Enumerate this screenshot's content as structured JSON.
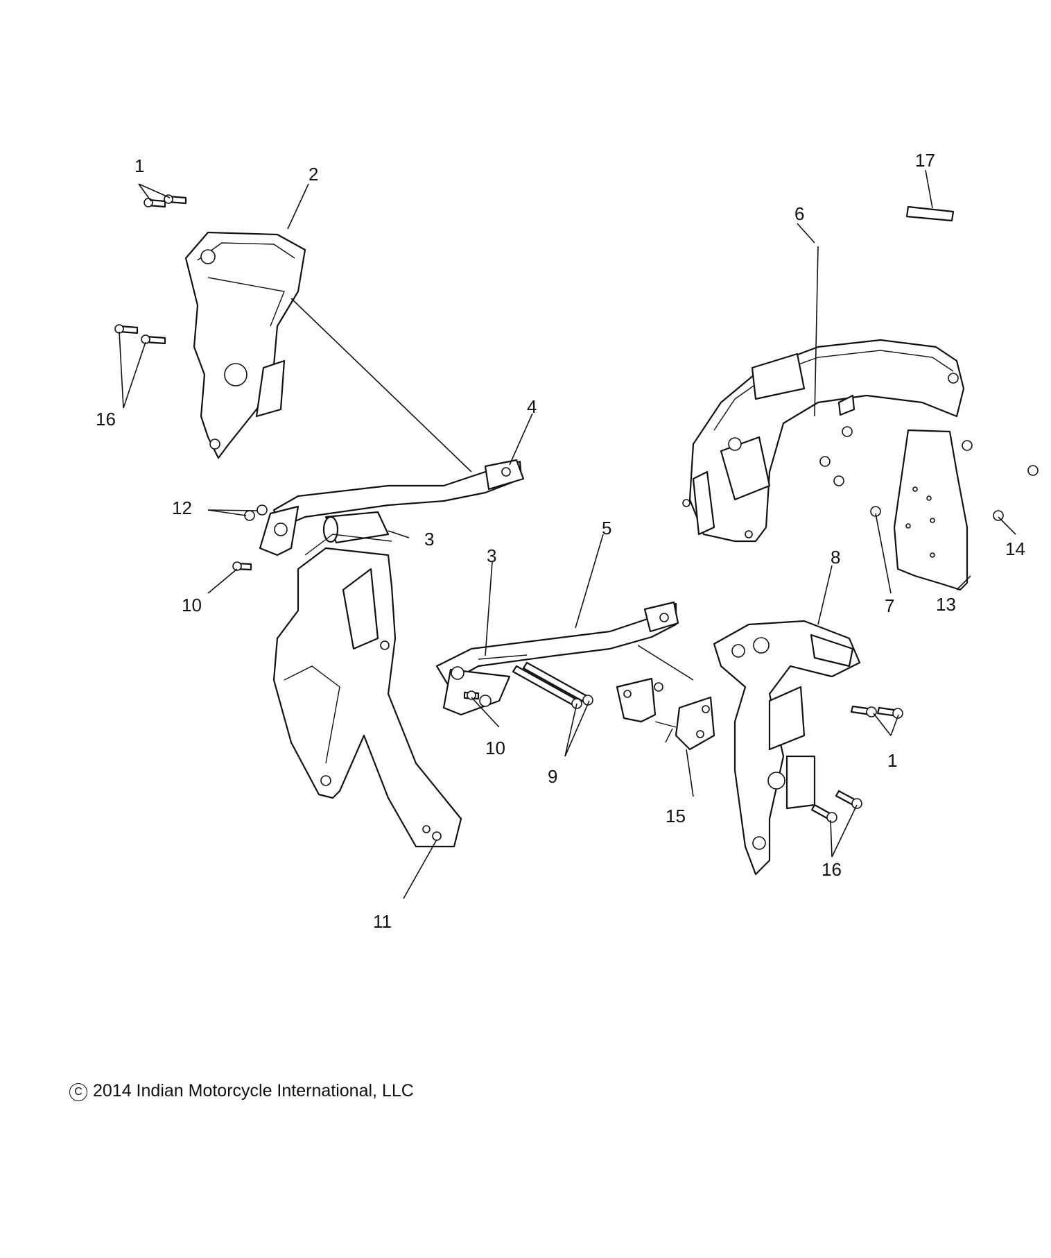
{
  "callouts": {
    "c1_top_left": "1",
    "c2": "2",
    "c16_left": "16",
    "c4": "4",
    "c12": "12",
    "c3_upper": "3",
    "c10_left": "10",
    "c5": "5",
    "c3_lower": "3",
    "c6": "6",
    "c17": "17",
    "c8": "8",
    "c7": "7",
    "c14": "14",
    "c13": "13",
    "c1_right": "1",
    "c10_center": "10",
    "c9": "9",
    "c15": "15",
    "c16_right": "16",
    "c11": "11"
  },
  "copyright": {
    "symbol": "C",
    "text": "2014 Indian Motorcycle International, LLC"
  }
}
